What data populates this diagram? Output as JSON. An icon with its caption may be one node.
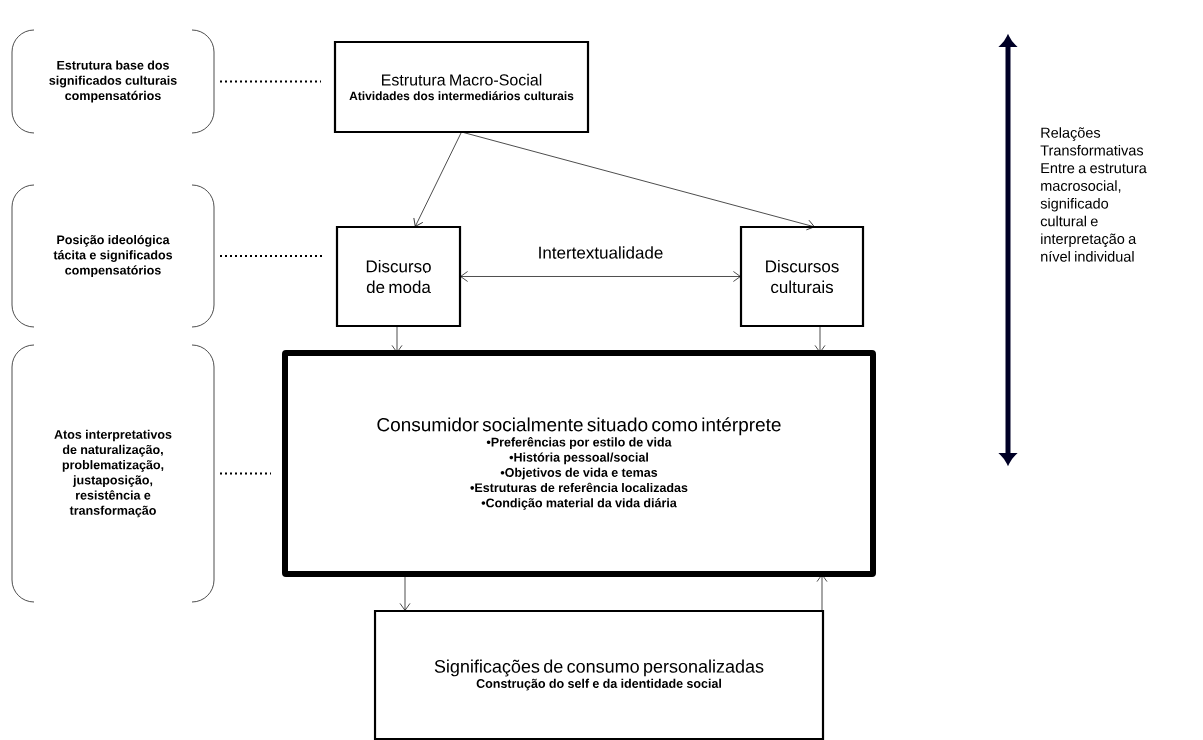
{
  "diagram": {
    "nodes": [
      {
        "text": [
          "Estrutura Macro-Social",
          "Atividades dos intermediários culturais"
        ]
      },
      {
        "text": [
          "Discurso de moda"
        ]
      },
      {
        "text": [
          "Discursos culturais"
        ]
      },
      {
        "text": [
          "Consumidor socialmente situado como intérprete",
          "•Preferências por estilo de vida",
          "•História pessoal/social",
          "•Objetivos de vida e temas",
          "•Estruturas de referência localizadas",
          "•Condição material da vida diária"
        ]
      },
      {
        "text": [
          "Significações de consumo personalizadas",
          "Construção do self e da identidade social"
        ]
      },
      {
        "text": [
          "Estrutura base dos significados culturais compensatórios"
        ]
      },
      {
        "text": [
          "Posição ideológica tácita e significados compensatórios"
        ]
      },
      {
        "text": [
          "Atos interpretativos de naturalização, problematização, justaposição, resistência e transformação"
        ]
      }
    ],
    "edges": [
      {
        "from": 0,
        "to": 1,
        "arrow": "to"
      },
      {
        "from": 0,
        "to": 2,
        "arrow": "to"
      },
      {
        "from": 1,
        "to": 2,
        "arrow": "both",
        "label": "Intertextualidade"
      },
      {
        "from": 1,
        "to": 3,
        "arrow": "to"
      },
      {
        "from": 2,
        "to": 3,
        "arrow": "to"
      },
      {
        "from": 3,
        "to": 4,
        "arrow": "to"
      },
      {
        "from": 4,
        "to": 3,
        "arrow": "to"
      },
      {
        "from": 5,
        "to": 0,
        "arrow": "none",
        "style": "dashed"
      },
      {
        "from": 6,
        "to": 1,
        "arrow": "none",
        "style": "dashed"
      },
      {
        "from": 7,
        "to": 3,
        "arrow": "none",
        "style": "dashed"
      }
    ],
    "labels": [
      "Relações Transformativas Entre a estrutura macrosocial, significado cultural e interpretação a nível individual"
    ]
  }
}
